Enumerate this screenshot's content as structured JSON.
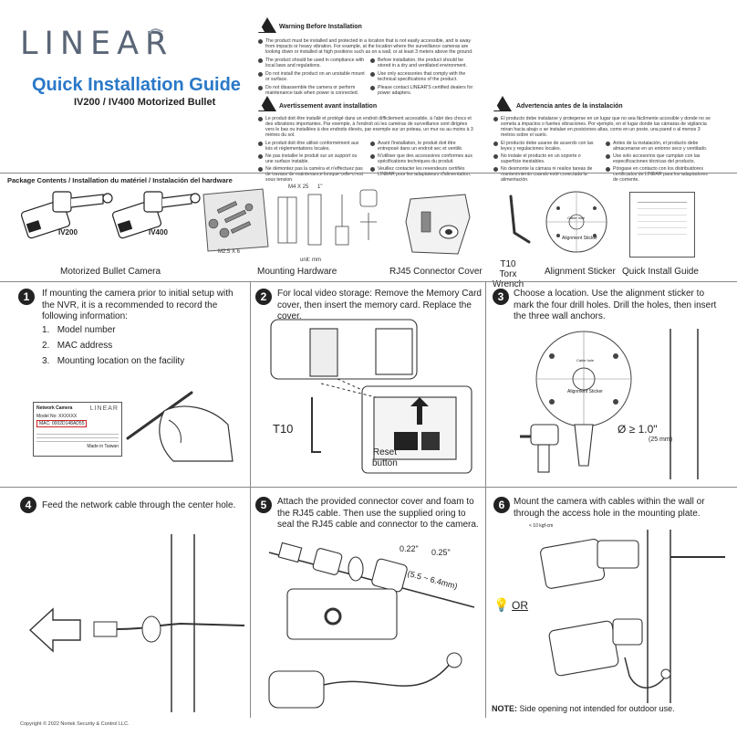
{
  "brand": {
    "logo": "LINEAR"
  },
  "header": {
    "title": "Quick Installation Guide",
    "subtitle": "IV200 / IV400 Motorized Bullet"
  },
  "warnings": {
    "en": {
      "heading": "Warning Before Installation",
      "items": [
        "The product must be installed and protected in a location that is not easily accessible, and is away from impacts or heavy vibration. For example, at the location where the surveillance cameras are looking down or installed at high positions such as on a wall, or at least 3 meters above the ground.",
        "The product should be used in compliance with local laws and regulations.",
        "Before installation, the product should be stored in a dry and ventilated environment.",
        "Do not install the product on an unstable mount or surface.",
        "Use only accessories that comply with the technical specifications of the product.",
        "Do not disassemble the camera or perform maintenance task when power is connected.",
        "Please contact LINEAR'S certified dealers for power adapters."
      ]
    },
    "fr": {
      "heading": "Avertissement avant installation",
      "items": [
        "Le produit doit être installé et protégé dans un endroit difficilement accessible, à l'abri des chocs et des vibrations importantes. Par exemple, à l'endroit où les caméras de surveillance sont dirigées vers le bas ou installées à des endroits élevés, par exemple sur un poteau, un mur ou au moins à 3 mètres du sol.",
        "Le produit doit être utilisé conformément aux lois et réglementations locales.",
        "Avant l'installation, le produit doit être entreposé dans un endroit sec et ventilé.",
        "Ne pas installer le produit sur un support ou une surface instable.",
        "N'utiliser que des accessoires conformes aux spécifications techniques du produit.",
        "Ne démontez pas la caméra et n'effectuez pas de travaux de maintenance lorsque celle-ci est sous tension.",
        "Veuillez contacter les revendeurs certifiés LINEAR pour les adaptateurs d'alimentation."
      ]
    },
    "es": {
      "heading": "Advertencia antes de la instalación",
      "items": [
        "El producto debe instalarse y protegerse en un lugar que no sea fácilmente accesible y donde no se someta a impactos o fuertes vibraciones. Por ejemplo, en el lugar donde las cámaras de vigilancia miran hacia abajo o se instalan en posiciones altas, como en un poste, una pared o al menos 3 metros sobre el suelo.",
        "El producto debe usarse de acuerdo con las leyes y regulaciones locales.",
        "Antes de la instalación, el producto debe almacenarse en un entorno seco y ventilado.",
        "No instale el producto en un soporte o superficie inestables.",
        "Use solo accesorios que cumplan con las especificaciones técnicas del producto.",
        "No desmonte la cámara ni realice tareas de mantenimiento cuando esté conectada la alimentación.",
        "Póngase en contacto con los distribuidores certificados de LINEAR para los adaptadores de corriente."
      ]
    }
  },
  "package": {
    "heading": "Package Contents / Installation du matériel / Instalación del hardware",
    "camera_tags": [
      "IV200",
      "IV400"
    ],
    "hardware_tags": {
      "screw": "M4 X 25",
      "inch": "1\"",
      "small_screw": "M2.5 X 6",
      "unit": "unit: mm"
    },
    "items": [
      "Motorized Bullet Camera",
      "Mounting Hardware",
      "RJ45 Connector Cover",
      "T10\nTorx Wrench",
      "Alignment Sticker",
      "Quick Install Guide"
    ],
    "t10": "T10",
    "wrench": "Torx Wrench",
    "sticker_caption": "Alignment Sticker",
    "sticker_small_text": "Cable hole"
  },
  "steps": [
    {
      "num": "1",
      "text": "If mounting the camera prior to initial setup with the NVR, it is a recommended to record the following information:",
      "list": [
        "Model number",
        "MAC address",
        "Mounting location on the facility"
      ],
      "label": {
        "title": "Network Camera",
        "brand": "LINEAR",
        "model": "Model No: XXXXXX",
        "mac": "MAC: 0002D148AD55",
        "made": "Made in Taiwan"
      }
    },
    {
      "num": "2",
      "text": "For local video storage: Remove the Memory Card cover, then insert the memory card. Replace the cover.",
      "t10": "T10",
      "reset": "Reset\nbutton",
      "reset_line1": "Reset",
      "reset_line2": "button"
    },
    {
      "num": "3",
      "text": "Choose a location. Use the alignment sticker to mark the four drill holes. Drill the holes, then insert the three wall anchors.",
      "sticker": "Alignment Sticker",
      "hole_label": "Cable hole",
      "diameter": "Ø ≥ 1.0\"",
      "diameter_mm": "(25 mm)"
    },
    {
      "num": "4",
      "text": "Feed the network cable through the center hole."
    },
    {
      "num": "5",
      "text": "Attach the provided connector cover and foam to the RJ45 cable. Then use the supplied oring to seal the RJ45 cable and connector to the camera.",
      "dim_a": "0.22\"",
      "dim_b": "0.25\"",
      "dim_mm": "(5.5 ~ 6.4mm)"
    },
    {
      "num": "6",
      "text": "Mount the camera with cables within the wall or through the access hole in the mounting plate.",
      "torque": "< 10 kgf-cm",
      "or": "OR",
      "note_label": "NOTE:",
      "note": "Side opening not intended for outdoor use."
    }
  ],
  "footer": {
    "copyright": "Copyright © 2022 Nortek Security & Control LLC."
  }
}
